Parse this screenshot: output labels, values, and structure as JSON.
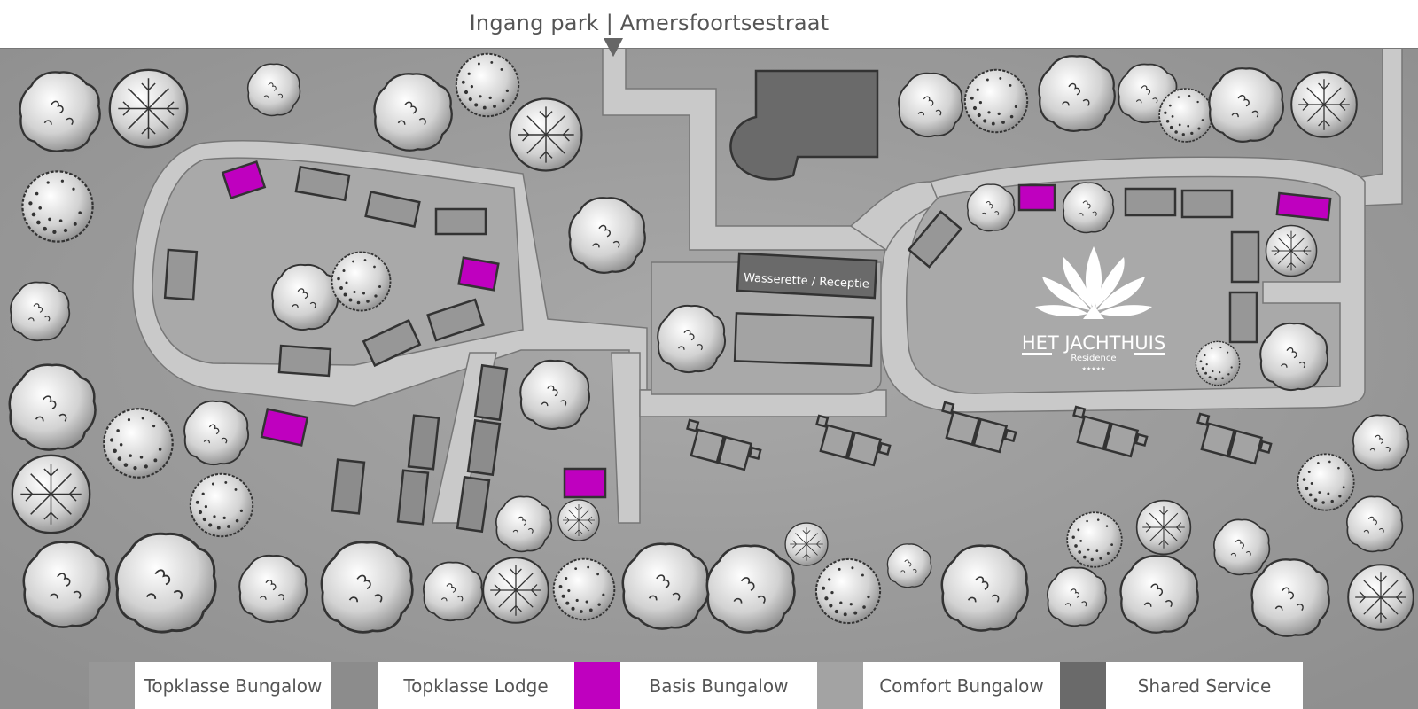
{
  "header": {
    "entrance_label": "Ingang park | Amersfoortsestraat"
  },
  "map": {
    "building_label": "Wasserette / Receptie",
    "logo": {
      "name": "HET JACHTHUIS",
      "subtitle": "Residence",
      "stars": "★★★★★"
    }
  },
  "legend": {
    "items": [
      {
        "label": "Topklasse Bungalow",
        "color": "#979797"
      },
      {
        "label": "Topklasse Lodge",
        "color": "#8c8c8c"
      },
      {
        "label": "Basis Bungalow",
        "color": "#bf00bf"
      },
      {
        "label": "Comfort Bungalow",
        "color": "#a3a3a3"
      },
      {
        "label": "Shared Service",
        "color": "#6a6a6a"
      }
    ]
  },
  "colors": {
    "ground": "#9a9a9a",
    "path": "#c9c9c9",
    "plot": "#a9a9a9",
    "building": "#6a6a6a",
    "basis_bungalow": "#bf00bf"
  }
}
